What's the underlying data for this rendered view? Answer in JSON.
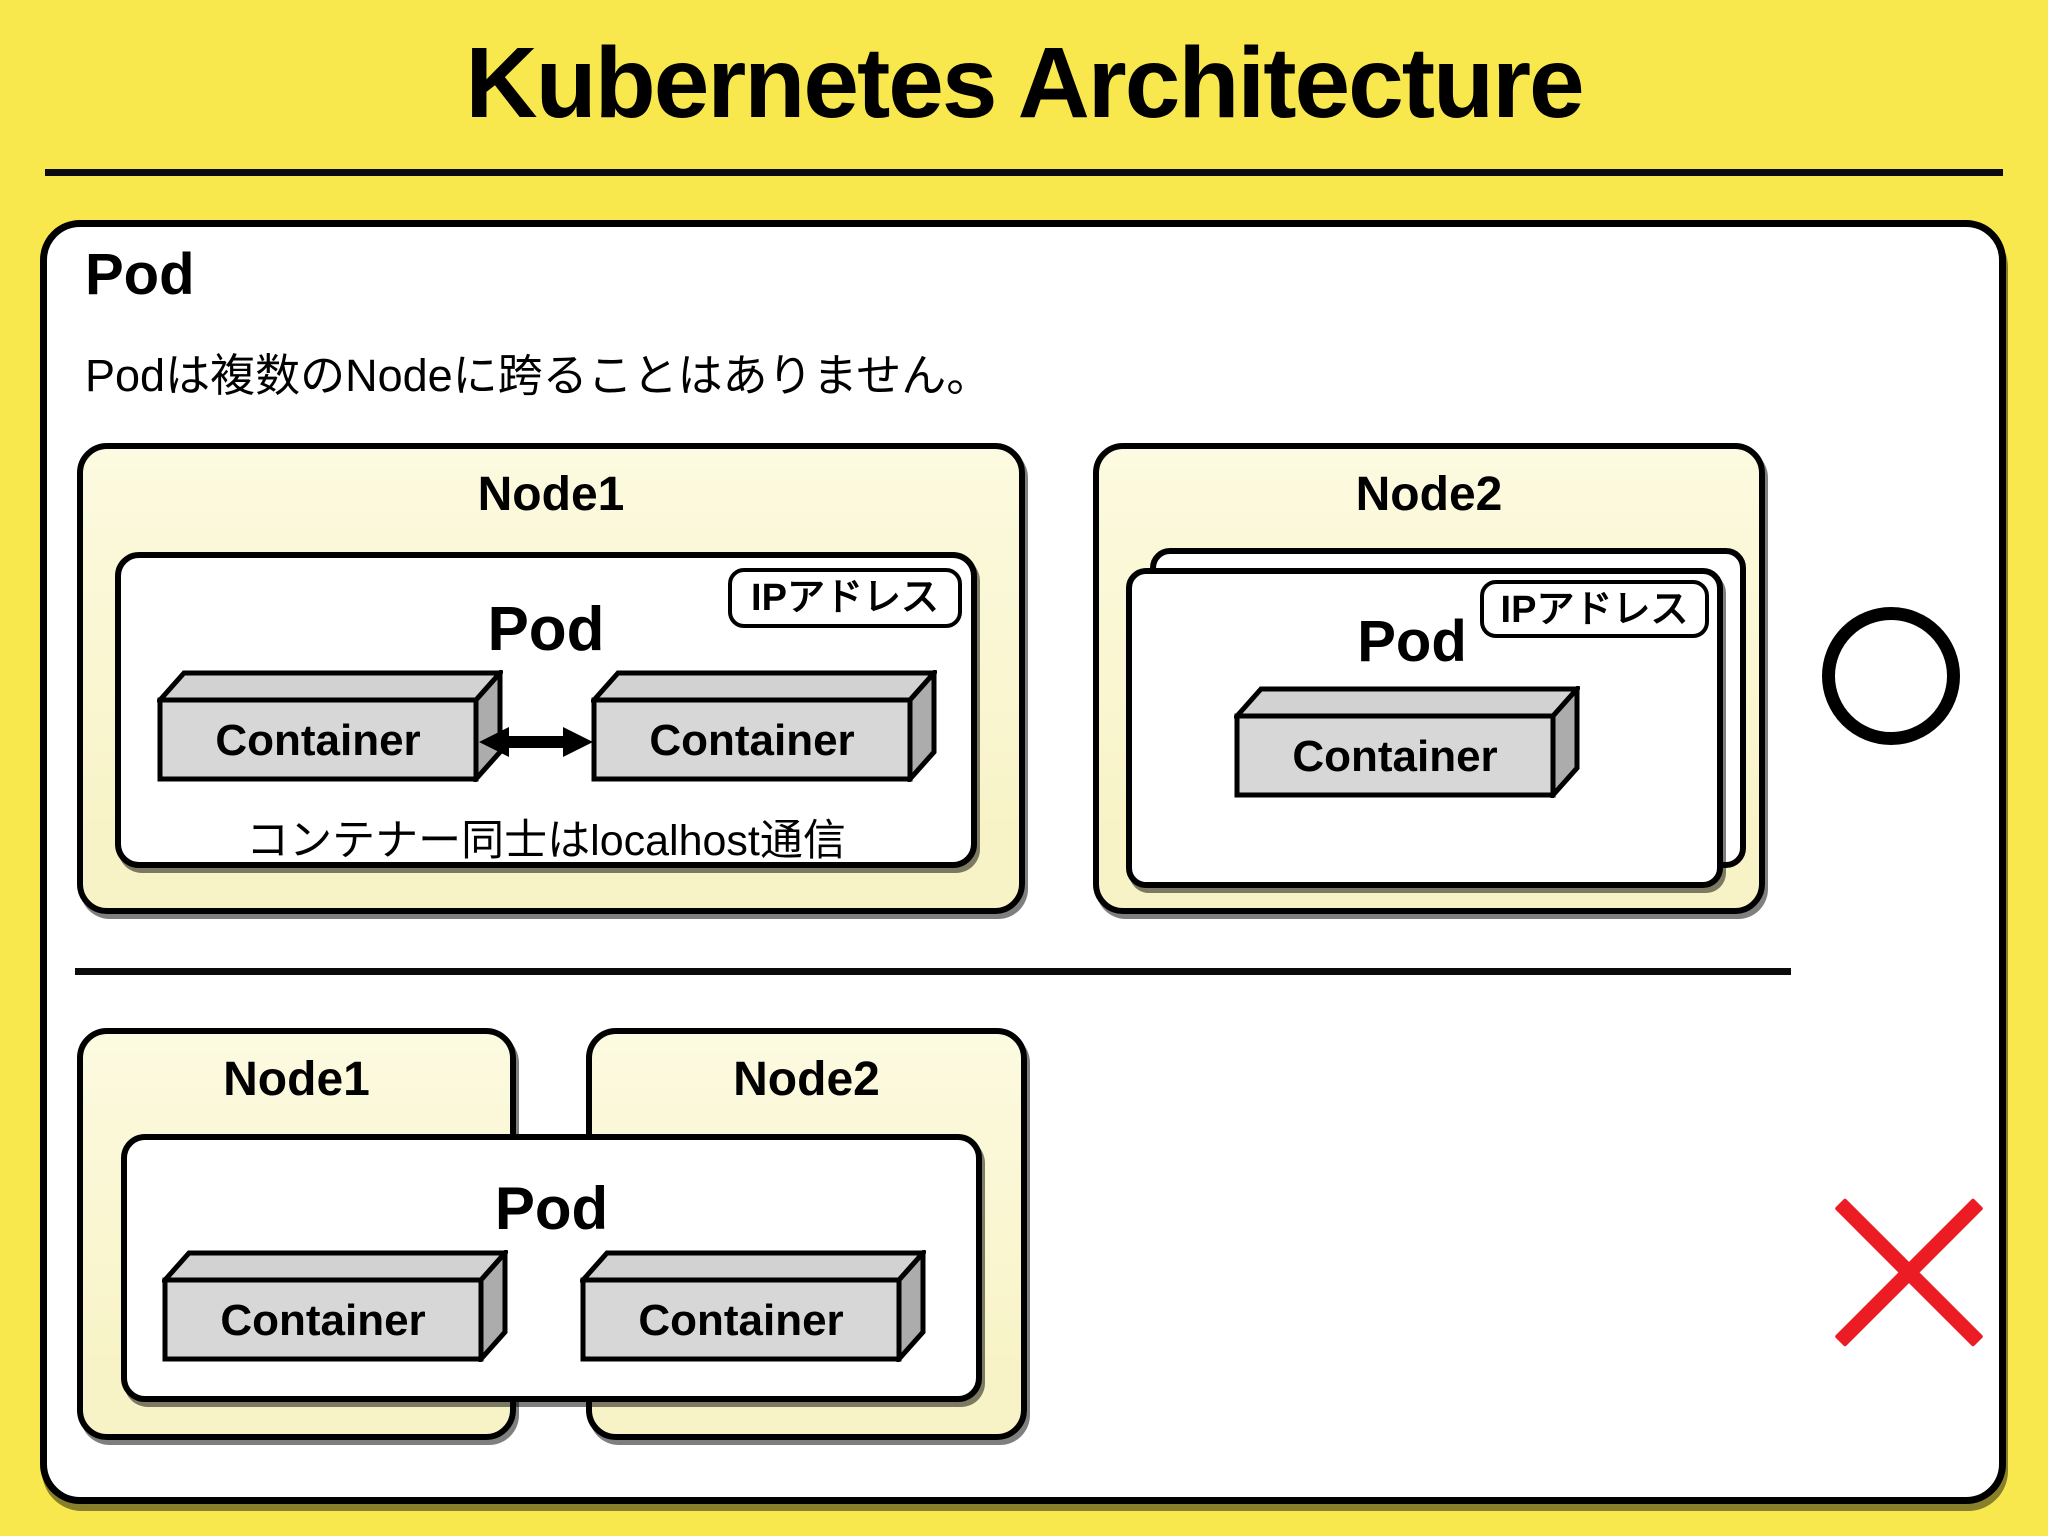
{
  "slide": {
    "title": "Kubernetes Architecture"
  },
  "panel": {
    "heading": "Pod",
    "description": "Podは複数のNodeに跨ることはありません。"
  },
  "top_row": {
    "node1": {
      "title": "Node1",
      "pod": {
        "label": "Pod",
        "ip_badge": "IPアドレス",
        "containers": [
          "Container",
          "Container"
        ],
        "note": "コンテナー同士はlocalhost通信"
      }
    },
    "node2": {
      "title": "Node2",
      "pod": {
        "label": "Pod",
        "ip_badge": "IPアドレス",
        "containers": [
          "Container"
        ]
      }
    },
    "verdict_icon": "circle-allowed"
  },
  "bottom_row": {
    "node1": {
      "title": "Node1"
    },
    "node2": {
      "title": "Node2"
    },
    "pod": {
      "label": "Pod",
      "containers": [
        "Container",
        "Container"
      ]
    },
    "verdict_icon": "cross-not-allowed"
  },
  "colors": {
    "page-bg": "#F8E84E",
    "node-fill": "#F8F3C6",
    "container-front": "#D7D7D7",
    "container-top": "#D2D2D2",
    "container-side": "#ACACAC",
    "cross-red": "#EC1C24",
    "line-black": "#000000"
  }
}
